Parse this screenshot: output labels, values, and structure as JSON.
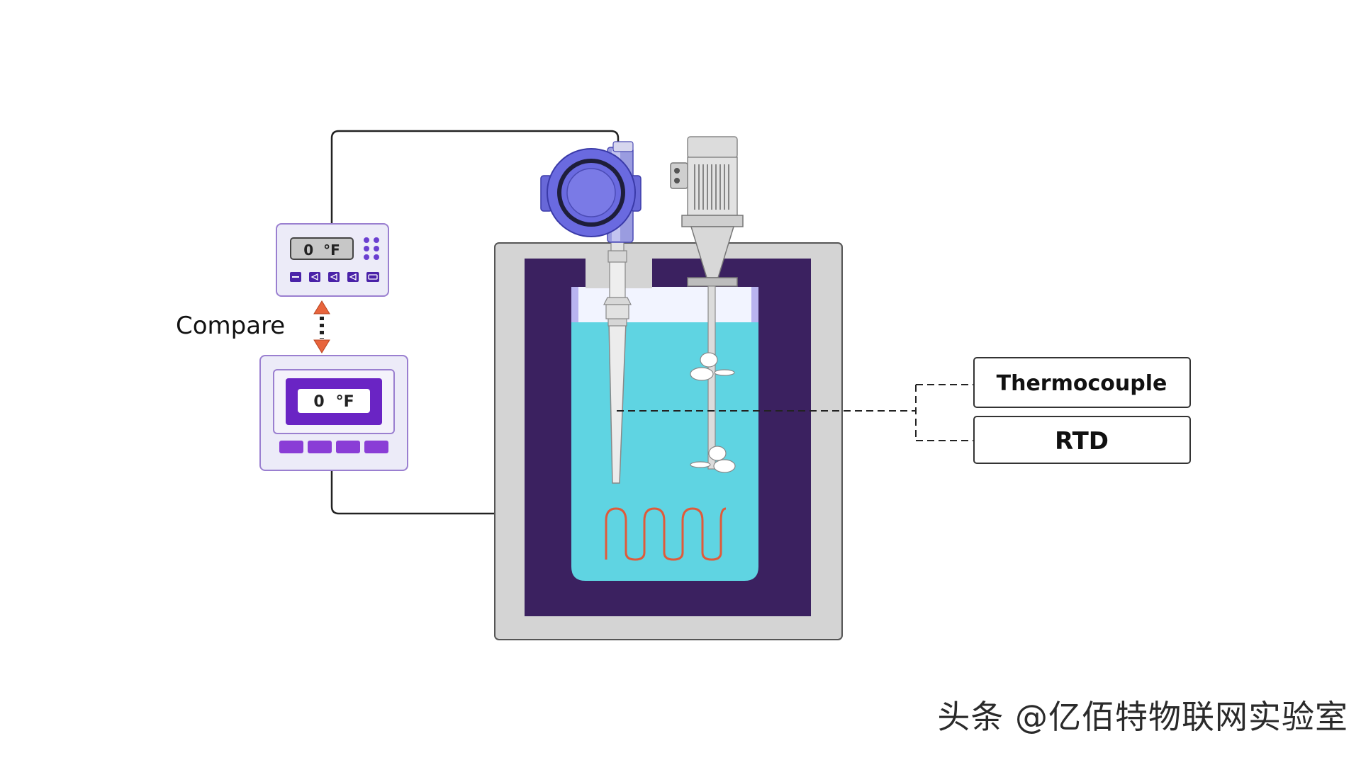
{
  "labels": {
    "compare": "Compare",
    "thermocouple": "Thermocouple",
    "rtd": "RTD"
  },
  "displays": {
    "reference": {
      "value": "0",
      "unit": "°F"
    },
    "device_under_test": {
      "value": "0",
      "unit": "°F"
    }
  },
  "watermark": "头条 @亿佰特物联网实验室",
  "colors": {
    "bath_outer": "#d4d4d4",
    "bath_insulation": "#3b2160",
    "liquid": "#5fd4e2",
    "transmitter": "#6666dd",
    "arrow": "#e8643c",
    "display_accent": "#8a3dd6",
    "heater_coil": "#e05a3a"
  }
}
